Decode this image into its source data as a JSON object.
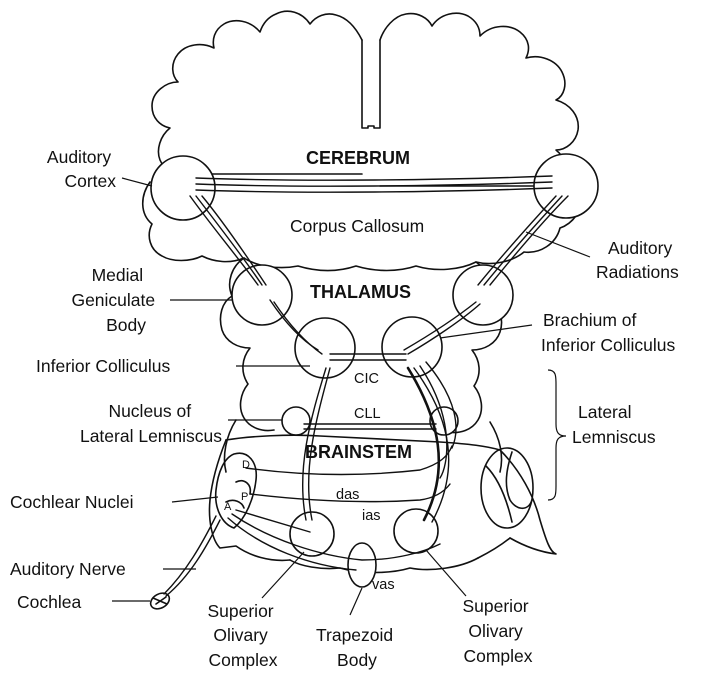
{
  "regions": {
    "cerebrum": "CEREBRUM",
    "corpus_callosum": "Corpus Callosum",
    "thalamus": "THALAMUS",
    "brainstem": "BRAINSTEM"
  },
  "labels": {
    "auditory_cortex": [
      "Auditory",
      "Cortex"
    ],
    "auditory_radiations": [
      "Auditory",
      "Radiations"
    ],
    "medial_geniculate_body": [
      "Medial",
      "Geniculate",
      "Body"
    ],
    "brachium": [
      "Brachium of",
      "Inferior Colliculus"
    ],
    "inferior_colliculus": "Inferior Colliculus",
    "nucleus_lateral_lemniscus": [
      "Nucleus of",
      "Lateral Lemniscus"
    ],
    "lateral_lemniscus": [
      "Lateral",
      "Lemniscus"
    ],
    "cochlear_nuclei": "Cochlear Nuclei",
    "auditory_nerve": "Auditory Nerve",
    "cochlea": "Cochlea",
    "soc_left": [
      "Superior",
      "Olivary",
      "Complex"
    ],
    "soc_right": [
      "Superior",
      "Olivary",
      "Complex"
    ],
    "trapezoid_body": [
      "Trapezoid",
      "Body"
    ]
  },
  "abbreviations": {
    "cic": "CIC",
    "cll": "CLL",
    "das": "das",
    "ias": "ias",
    "vas": "vas",
    "d": "D",
    "p": "P",
    "a": "A"
  }
}
